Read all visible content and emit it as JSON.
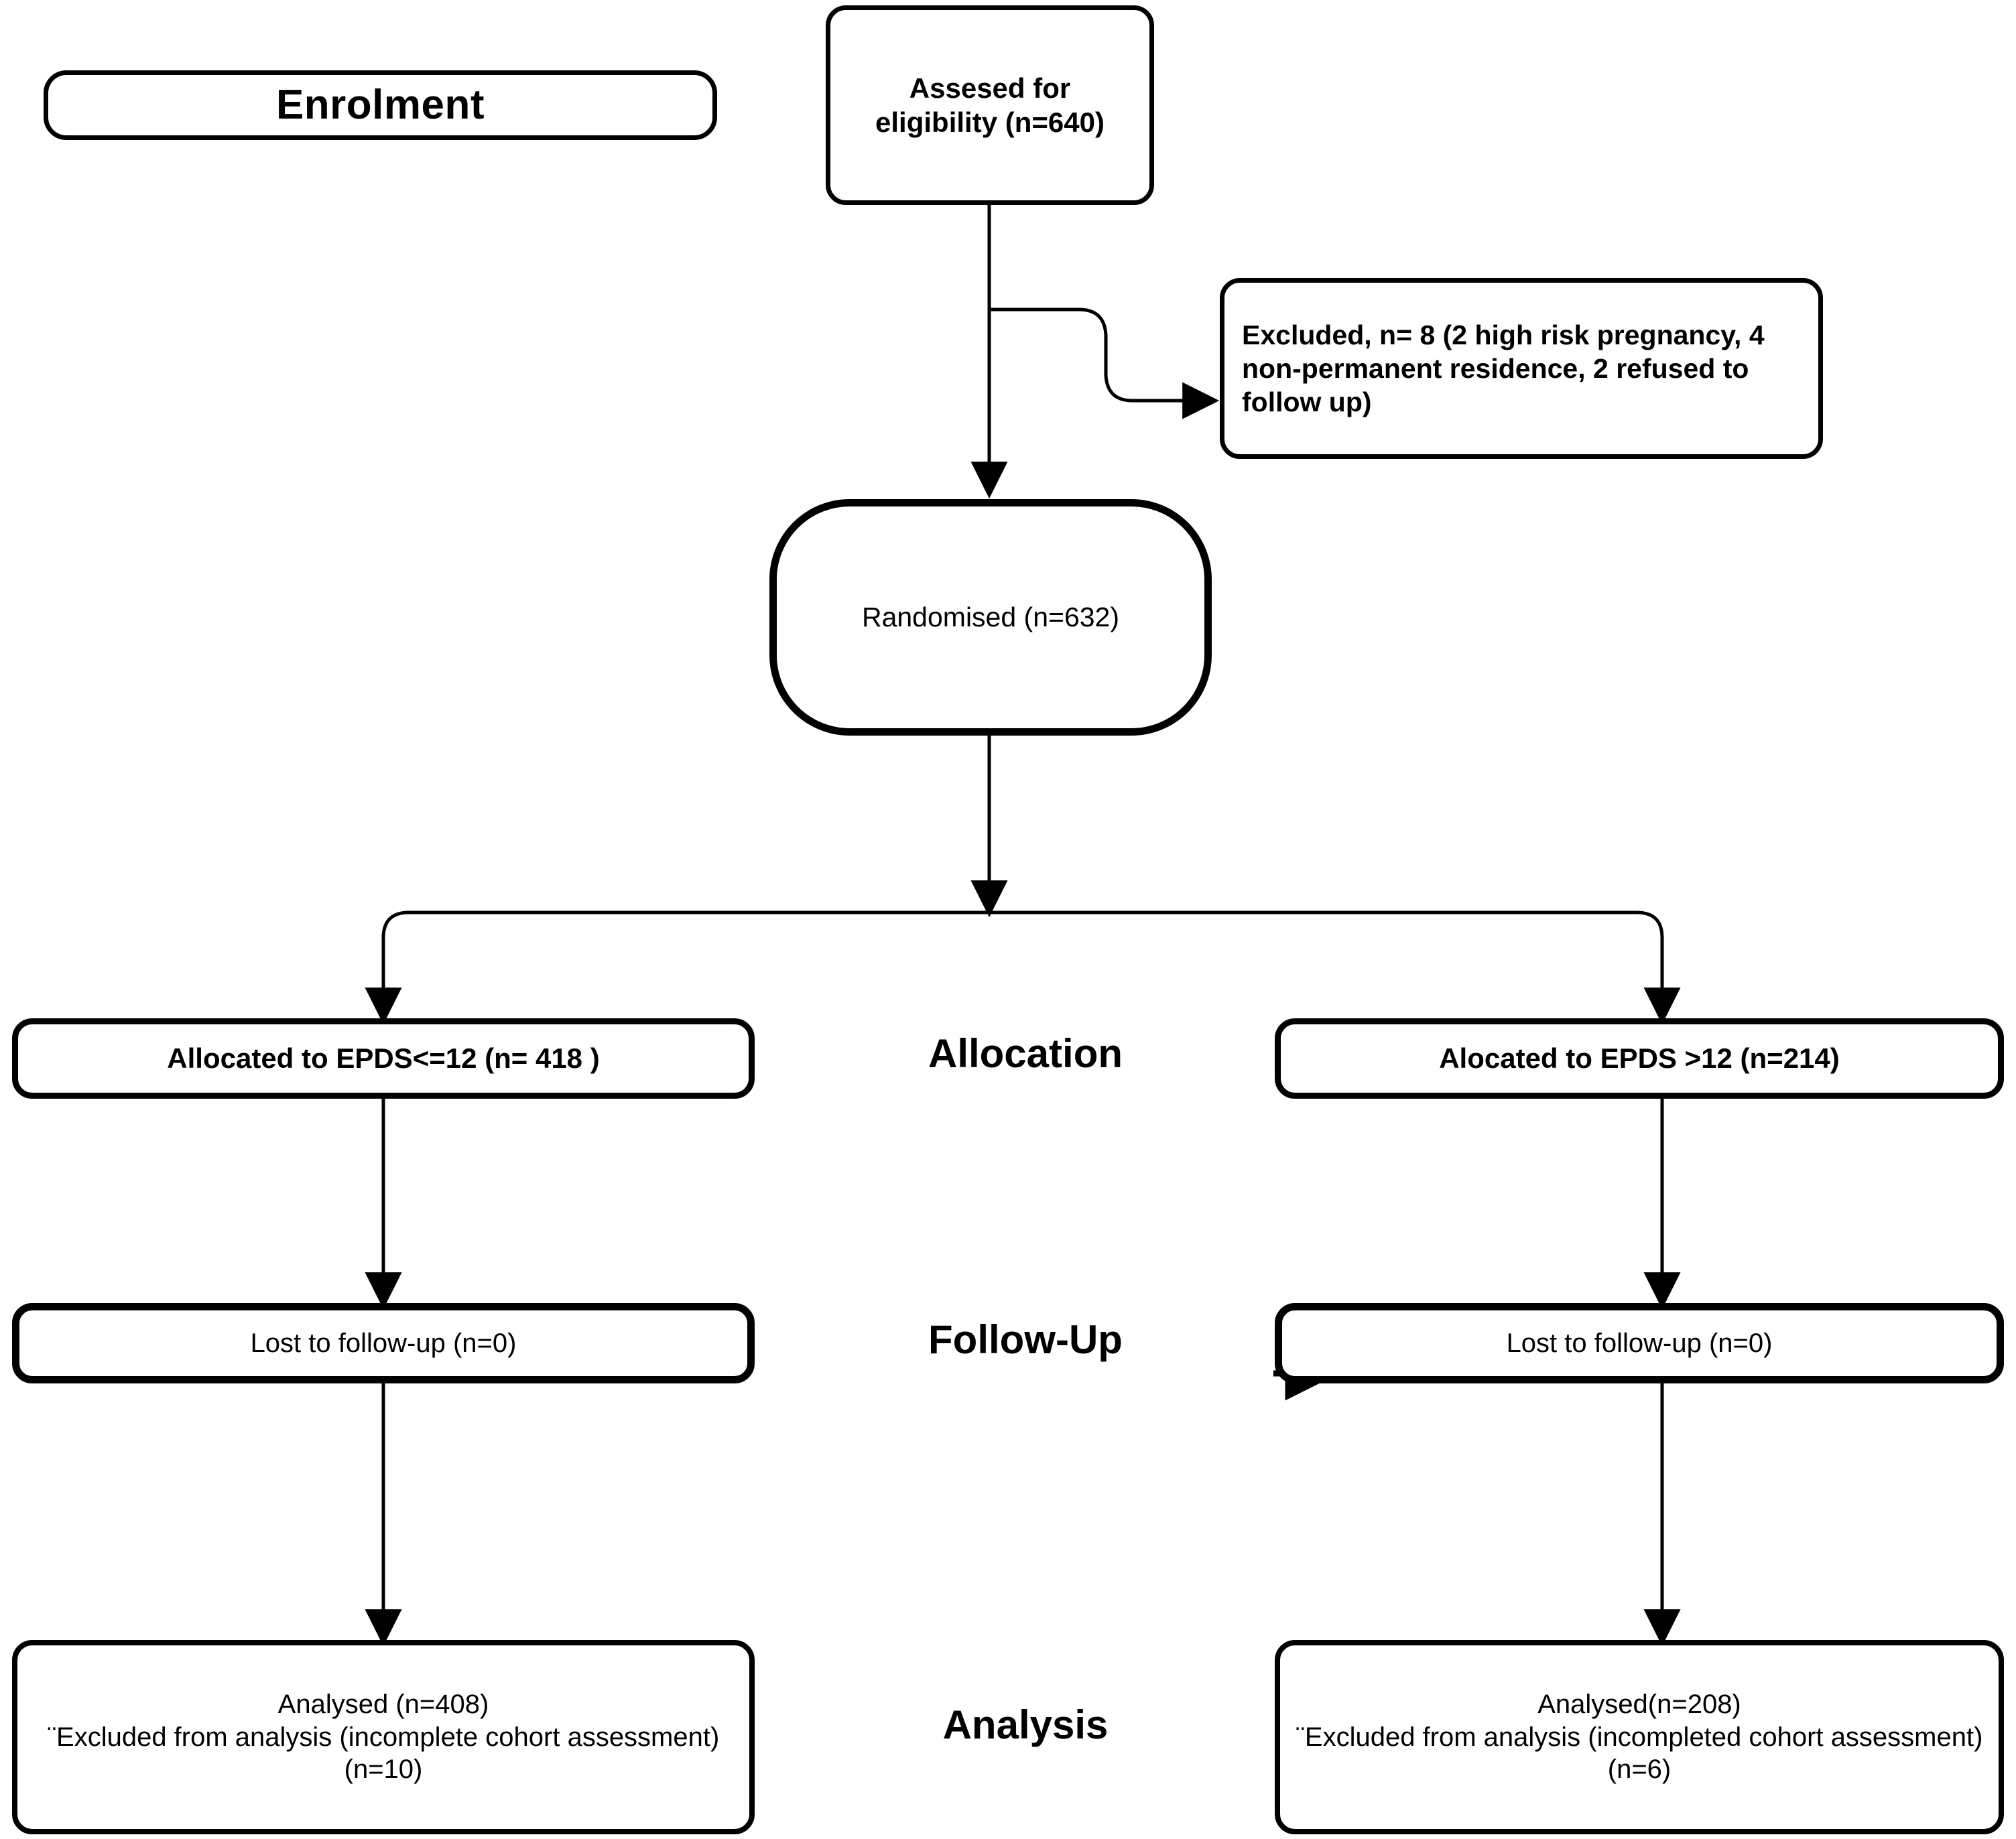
{
  "diagram": {
    "type": "CONSORT participant flow diagram",
    "phases": [
      {
        "key": "enrolment",
        "label": "Enrolment"
      },
      {
        "key": "allocation",
        "label": "Allocation"
      },
      {
        "key": "followup",
        "label": "Follow-Up"
      },
      {
        "key": "analysis",
        "label": "Analysis"
      }
    ],
    "nodes": {
      "assessed": {
        "label": "Assesed for\neligibility (n=640)",
        "n": 640
      },
      "excluded": {
        "label": "Excluded, n= 8 (2 high risk pregnancy, 4 non-permanent residence, 2 refused to follow up)",
        "n": 8,
        "reasons": [
          {
            "reason": "high risk pregnancy",
            "n": 2
          },
          {
            "reason": "non-permanent residence",
            "n": 4
          },
          {
            "reason": "refused to follow up",
            "n": 2
          }
        ]
      },
      "randomised": {
        "label": "Randomised (n=632)",
        "n": 632
      },
      "alloc_left": {
        "label": "Allocated to EPDS<=12 (n= 418 )",
        "n": 418
      },
      "alloc_right": {
        "label": "Alocated to EPDS >12 (n=214)",
        "n": 214
      },
      "lost_left": {
        "label": "Lost to follow-up (n=0)",
        "n": 0
      },
      "lost_right": {
        "label": "Lost to follow-up (n=0)",
        "n": 0
      },
      "analysis_left": {
        "line1": "Analysed  (n=408)",
        "line2": "¨Excluded from analysis (incomplete cohort assessment) (n=10)",
        "analysed_n": 408,
        "excluded_n": 10
      },
      "analysis_right": {
        "line1": "Analysed(n=208)",
        "line2": "¨Excluded from analysis (incompleted cohort assessment) (n=6)",
        "analysed_n": 208,
        "excluded_n": 6
      }
    },
    "colors": {
      "stroke": "#000000",
      "fill": "#ffffff",
      "text": "#000000"
    }
  }
}
